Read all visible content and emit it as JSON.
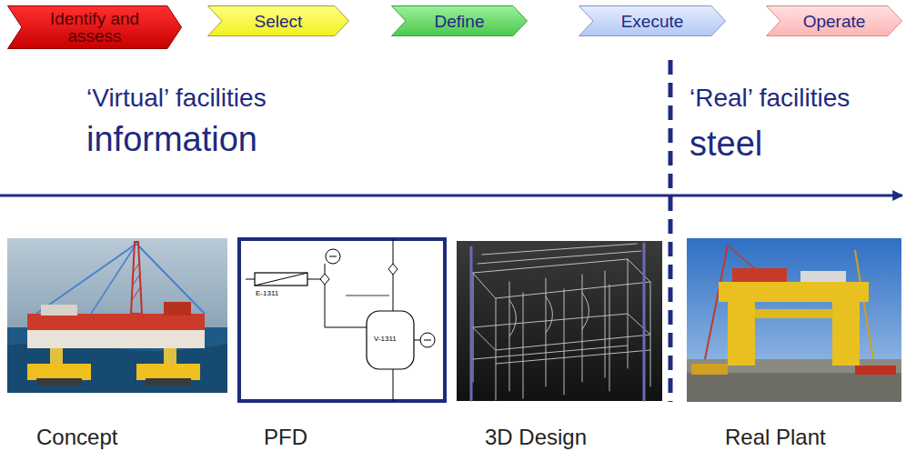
{
  "diagram": {
    "nodes": [
      {
        "text": [
          "Identify and assess"
        ]
      },
      {
        "text": [
          "Select"
        ]
      },
      {
        "text": [
          "Define"
        ]
      },
      {
        "text": [
          "Execute"
        ]
      },
      {
        "text": [
          "Operate"
        ]
      }
    ],
    "labels": [
      "‘Virtual’ facilities",
      "information",
      "‘Real’ facilities",
      "steel",
      "E-1311",
      "V-1311",
      "Concept",
      "PFD",
      "3D Design",
      "Real Plant"
    ]
  }
}
